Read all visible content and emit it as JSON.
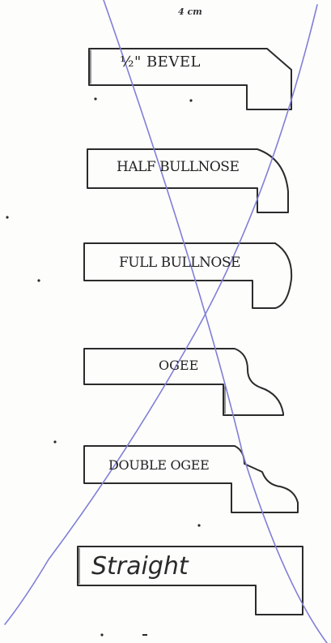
{
  "scale_note": "4 cm",
  "profiles": [
    {
      "label": "½\" BEVEL"
    },
    {
      "label": "HALF BULLNOSE"
    },
    {
      "label": "FULL BULLNOSE"
    },
    {
      "label": "OGEE"
    },
    {
      "label": "DOUBLE OGEE"
    },
    {
      "label": "Straight"
    }
  ],
  "colors": {
    "outline": "#2b2b2b",
    "cross_out": "#7f7fd8",
    "paper": "#fdfdfc"
  }
}
